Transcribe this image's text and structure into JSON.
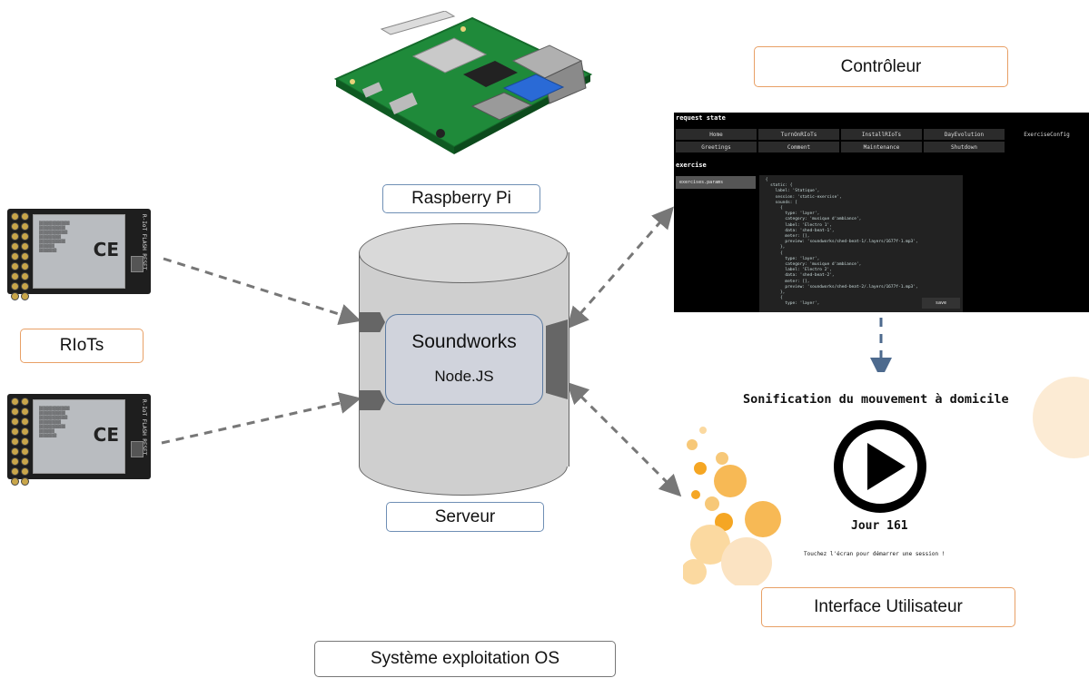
{
  "labels": {
    "controller": "Contrôleur",
    "raspberry": "Raspberry Pi",
    "riots": "RIoTs",
    "server": "Serveur",
    "user_interface": "Interface Utilisateur",
    "os": "Système exploitation OS"
  },
  "server_box": {
    "line1": "Soundworks",
    "line2": "Node.JS"
  },
  "controller_ui": {
    "header": "request state",
    "buttons": [
      "Home",
      "TurnOnRIoTs",
      "InstallRIoTs",
      "DayEvolution",
      "ExerciseConfig",
      "Greetings",
      "Comment",
      "Maintenance",
      "Shutdown"
    ],
    "section": "exercise",
    "side_item": "exercises.params",
    "save": "save",
    "code": " {\n   static: {\n     label: 'Statique',\n     session: 'static-exercise',\n     sounds: [\n       {\n         type: 'layer',\n         category: 'musique d'ambiance',\n         label: 'Electro 1',\n         data: 'shed-beat-1',\n         meter: [],\n         preview: 'soundworks/shed-beat-1/.layers/1677f-1.mp3',\n       },\n       {\n         type: 'layer',\n         category: 'musique d'ambiance',\n         label: 'Electro 2',\n         data: 'shed-beat-2',\n         meter: [],\n         preview: 'soundworks/shed-beat-2/.layers/1677f-1.mp3',\n       },\n       {\n         type: 'layer',"
  },
  "user_ui": {
    "title": "Sonification du mouvement à domicile",
    "day": "Jour 161",
    "hint": "Touchez l'écran pour démarrer une session !"
  },
  "riot_board": {
    "ce_mark": "CE",
    "side_text": "R-IoT FLASH RESET"
  },
  "colors": {
    "orange_border": "#e8a066",
    "blue_border": "#6f8fb5",
    "gray_border": "#777777",
    "arrow": "#777777"
  }
}
